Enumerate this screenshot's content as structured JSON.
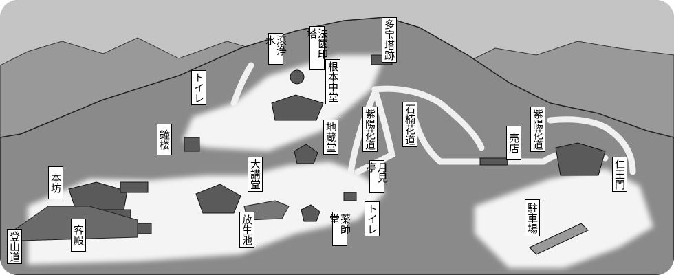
{
  "map": {
    "labels": {
      "kozui": "滾浄水",
      "hokyointo": "法篋印塔",
      "tahoto_ato": "多宝塔跡",
      "konponchudo": "根本中堂",
      "toilet_upper": "トイレ",
      "shoro": "鐘楼",
      "ajisai_michi_center": "紫陽花道",
      "shakunage_michi": "石楠花道",
      "jizodo": "地蔵堂",
      "daikodo": "大講堂",
      "tsukimitei": "月見亭",
      "honbo": "本坊",
      "toilet_lower": "トイレ",
      "yakushido": "薬師堂",
      "hojoike": "放生池",
      "kyakuden": "客殿",
      "tozando": "登山道",
      "baiten": "売店",
      "ajisai_michi_right": "紫陽花道",
      "niomon": "仁王門",
      "chushajo": "駐車場"
    },
    "colors": {
      "ground": "#8a8a8a",
      "sky": "#c4c4c4",
      "paths": "#f2f2f2",
      "buildings": "#5a5a5a"
    }
  }
}
